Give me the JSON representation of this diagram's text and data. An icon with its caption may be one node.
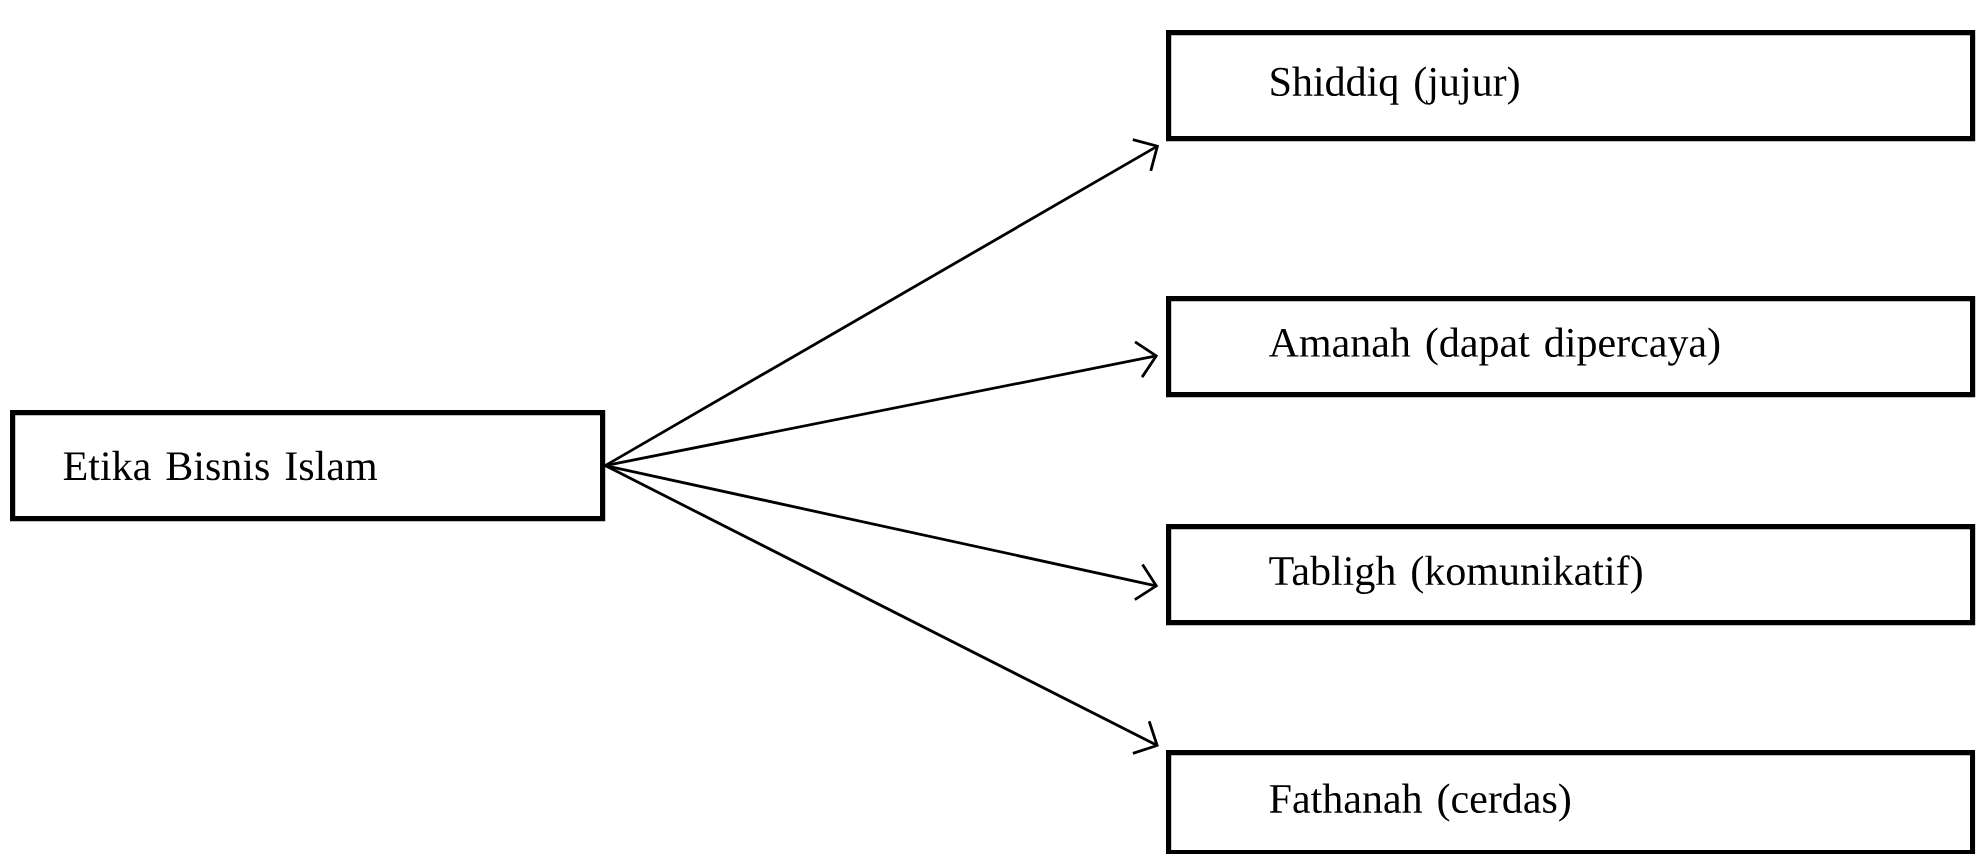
{
  "diagram": {
    "nodes": [
      {
        "text": [
          "Etika Bisnis Islam"
        ]
      },
      {
        "text": [
          "Shiddiq (jujur)"
        ]
      },
      {
        "text": [
          "Amanah (dapat dipercaya)"
        ]
      },
      {
        "text": [
          "Tabligh (komunikatif)"
        ]
      },
      {
        "text": [
          "Fathanah (cerdas)"
        ]
      }
    ],
    "edges": [
      {
        "from": 0,
        "to": 1,
        "arrow": "to"
      },
      {
        "from": 0,
        "to": 2,
        "arrow": "to"
      },
      {
        "from": 0,
        "to": 3,
        "arrow": "to"
      },
      {
        "from": 0,
        "to": 4,
        "arrow": "to"
      }
    ]
  }
}
